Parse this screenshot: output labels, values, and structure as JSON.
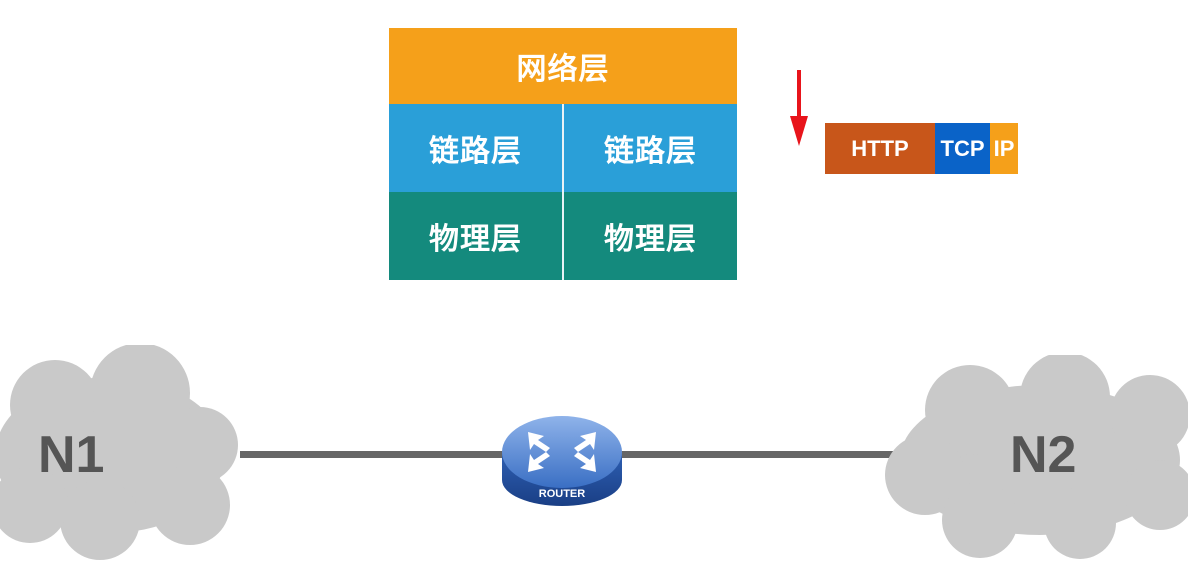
{
  "layers": {
    "network": "网络层",
    "link_left": "链路层",
    "link_right": "链路层",
    "physical_left": "物理层",
    "physical_right": "物理层"
  },
  "packet": {
    "http": "HTTP",
    "tcp": "TCP",
    "ip": "IP"
  },
  "network": {
    "left_cloud": "N1",
    "right_cloud": "N2",
    "router_label": "ROUTER"
  },
  "colors": {
    "network_layer": "#f5a01a",
    "link_layer": "#2a9fd8",
    "physical_layer": "#148a7d",
    "http": "#c8561a",
    "tcp": "#0a63c8",
    "ip": "#f5a01a",
    "arrow": "#e8141b",
    "cloud": "#c9c9c9",
    "router": "#3a6fc4"
  }
}
